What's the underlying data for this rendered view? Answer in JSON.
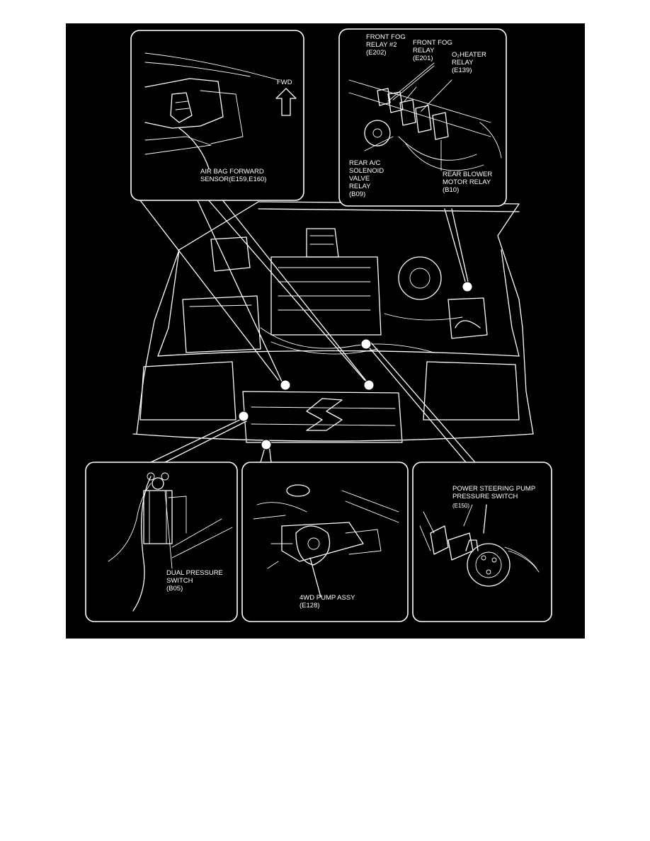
{
  "colors": {
    "background": "#000000",
    "line": "#ffffff",
    "page": "#ffffff"
  },
  "labels": {
    "airbag": {
      "fwd": "FWD",
      "line1": "AIR BAG FORWARD",
      "line2": "SENSOR(E159,E160)"
    },
    "relay": {
      "fog2": [
        "FRONT FOG",
        "RELAY #2",
        "(E202)"
      ],
      "fog": [
        "FRONT FOG",
        "RELAY",
        "(E201)"
      ],
      "o2": [
        "O₂HEATER",
        "RELAY",
        "(E139)"
      ],
      "rearac": [
        "REAR A/C",
        "SOLENOID",
        "VALVE",
        "RELAY",
        "(B09)"
      ],
      "blower": [
        "REAR BLOWER",
        "MOTOR RELAY",
        "(B10)"
      ]
    },
    "dual": [
      "DUAL PRESSURE",
      "SWITCH",
      "(B05)"
    ],
    "pump": [
      "4WD PUMP ASSY",
      "(E128)"
    ],
    "psp": [
      "POWER STEERING PUMP",
      "PRESSURE SWITCH",
      "(E150)"
    ]
  }
}
